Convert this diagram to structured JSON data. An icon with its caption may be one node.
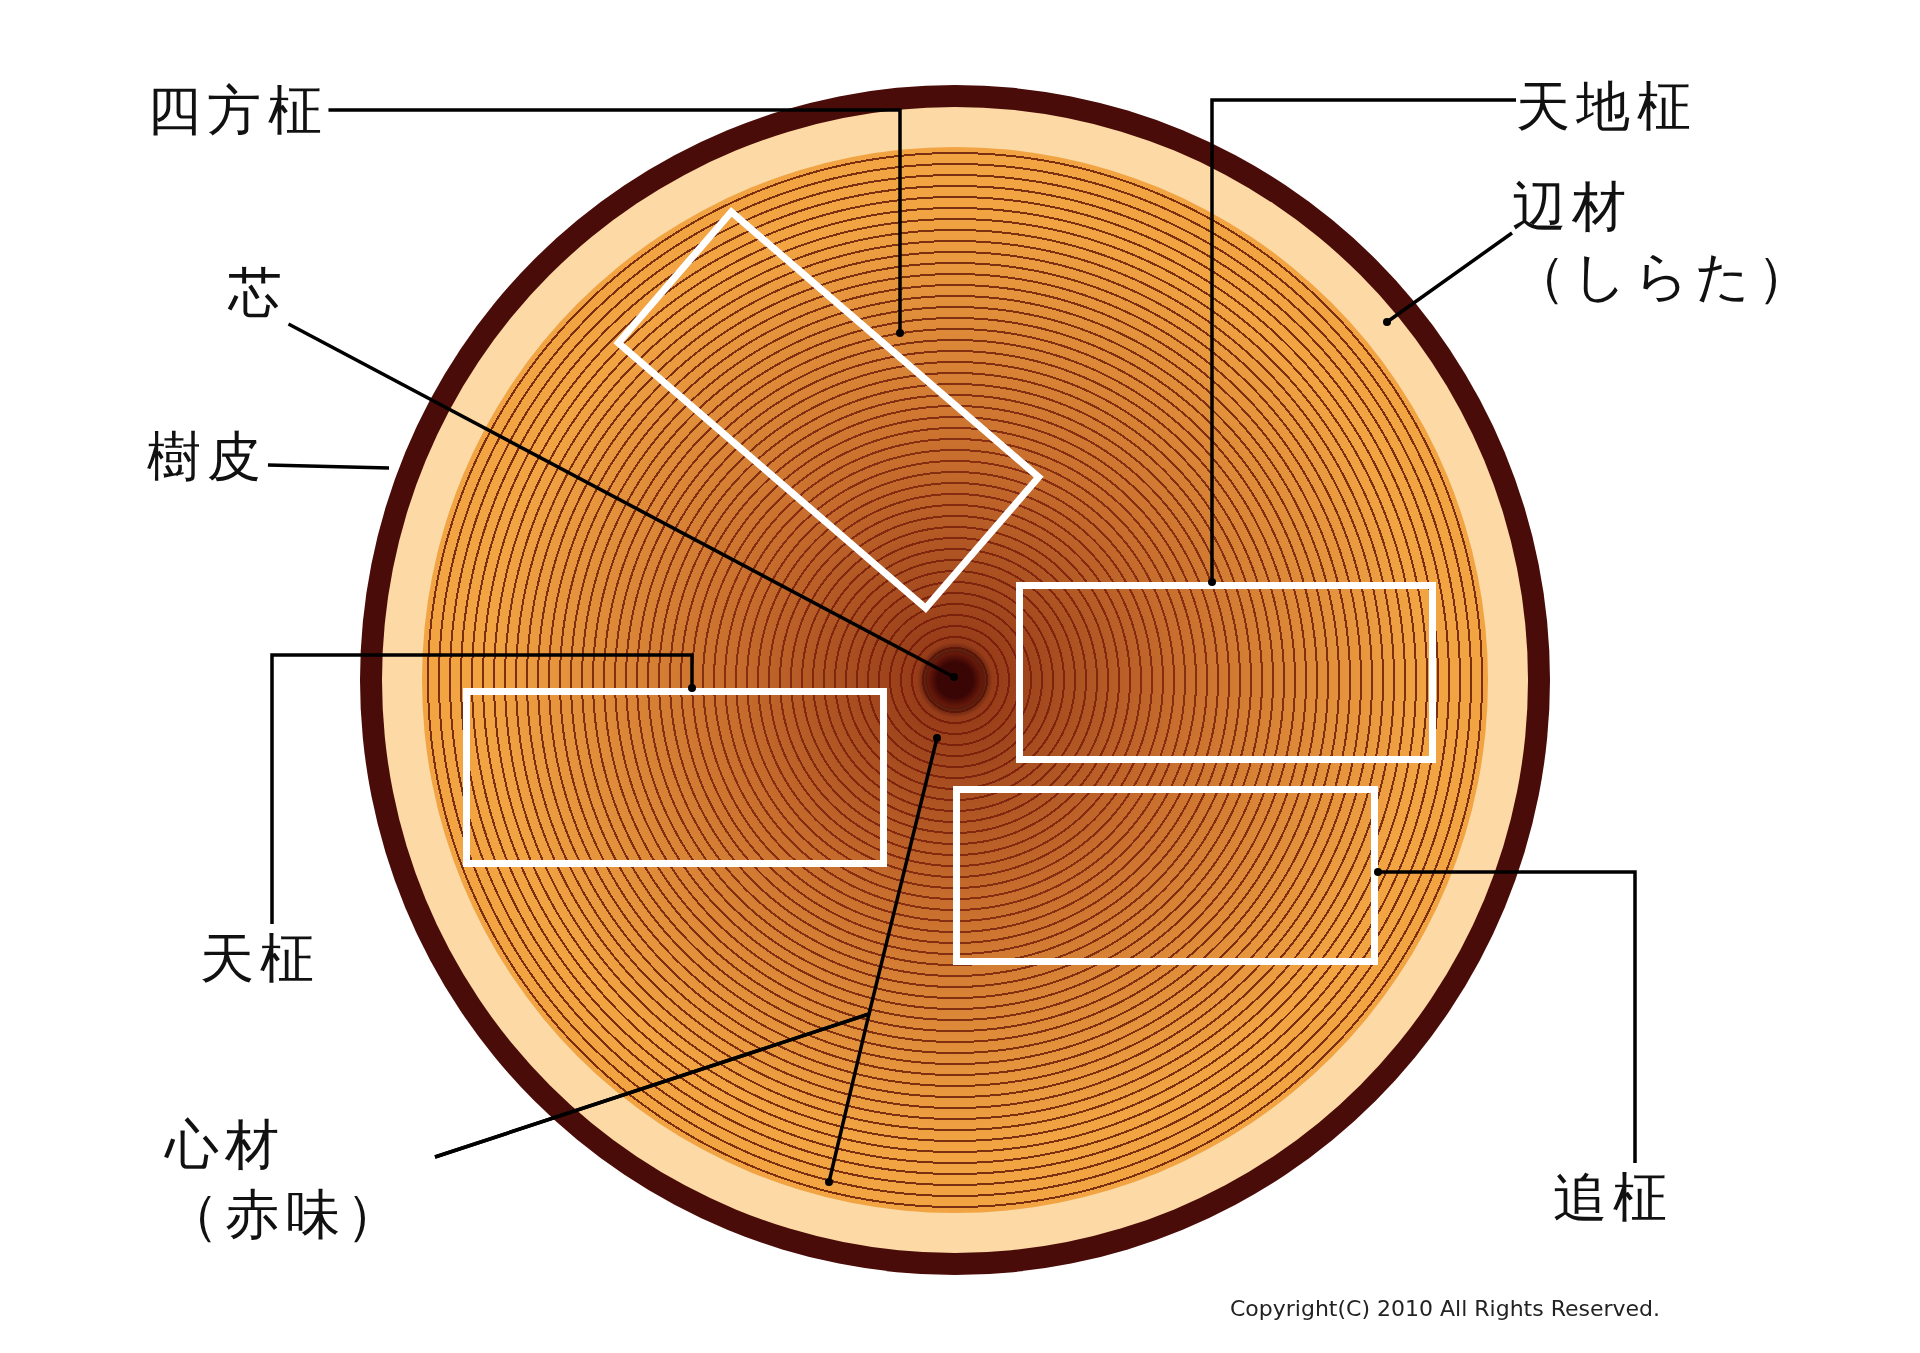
{
  "diagram": {
    "nodes": [
      {
        "text": [
          "四方柾"
        ]
      },
      {
        "text": [
          "天地柾"
        ]
      },
      {
        "text": [
          "辺材（しらた）"
        ]
      },
      {
        "text": [
          "芯"
        ]
      },
      {
        "text": [
          "樹皮"
        ]
      },
      {
        "text": [
          "天柾"
        ]
      },
      {
        "text": [
          "心材（赤味）"
        ]
      },
      {
        "text": [
          "追柾"
        ]
      },
      {
        "text": [],
        "shape": "circle"
      },
      {
        "text": [],
        "shape": "circle",
        "in": 8
      },
      {
        "text": [],
        "shape": "circle",
        "in": 9
      },
      {
        "text": [],
        "shape": "circle",
        "in": 10
      },
      {
        "text": [],
        "shape": "box",
        "in": 10
      },
      {
        "text": [],
        "shape": "box",
        "in": 10
      },
      {
        "text": [],
        "shape": "box",
        "in": 10
      },
      {
        "text": [],
        "shape": "box",
        "in": 10
      }
    ],
    "edges": [
      {
        "from": 0,
        "to": 12,
        "arrow": "other"
      },
      {
        "from": 1,
        "to": 13,
        "arrow": "other"
      },
      {
        "from": 2,
        "to": 9,
        "arrow": "other"
      },
      {
        "from": 3,
        "to": 11,
        "arrow": "other"
      },
      {
        "from": 4,
        "to": 8,
        "arrow": "none"
      },
      {
        "from": 5,
        "to": 14,
        "arrow": "other"
      },
      {
        "from": 6,
        "to": 10,
        "arrow": "other"
      },
      {
        "from": 6,
        "to": 10,
        "arrow": "other"
      },
      {
        "from": 7,
        "to": 15,
        "arrow": "other"
      }
    ],
    "labels": [
      "Copyright(C) 2010 All Rights Reserved."
    ]
  }
}
